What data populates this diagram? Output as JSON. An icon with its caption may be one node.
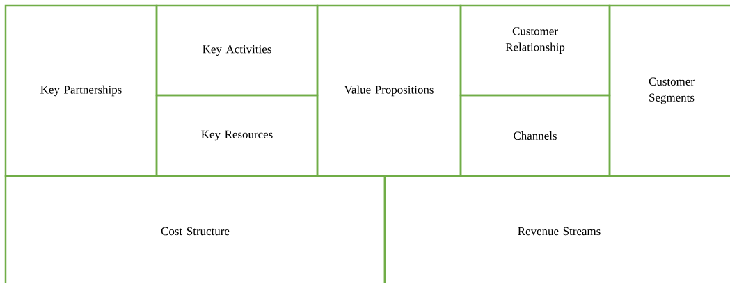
{
  "diagram": {
    "nodes": [
      {
        "text": [
          "Key Partnerships"
        ]
      },
      {
        "text": [
          "Key Activities"
        ]
      },
      {
        "text": [
          "Key Resources"
        ]
      },
      {
        "text": [
          "Value Propositions"
        ]
      },
      {
        "text": [
          "Customer Relationship"
        ]
      },
      {
        "text": [
          "Channels"
        ]
      },
      {
        "text": [
          "Customer Segments"
        ]
      },
      {
        "text": [
          "Cost Structure"
        ]
      },
      {
        "text": [
          "Revenue Streams"
        ]
      }
    ]
  }
}
